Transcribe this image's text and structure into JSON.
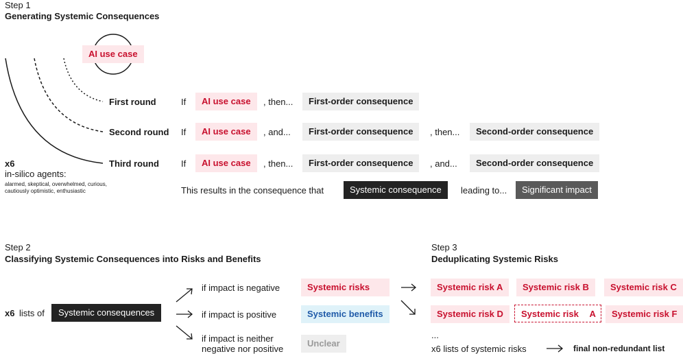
{
  "step1": {
    "label": "Step 1",
    "title": "Generating Systemic Consequences",
    "use_case_circle_label": "AI use case",
    "agents": {
      "count": "x6",
      "label": "in-silico agents:",
      "types_line1": "alarmed, skeptical, overwhelmed, curious,",
      "types_line2": "cautiously optimistic, enthusiastic"
    },
    "rounds": [
      {
        "name": "First round",
        "if": "If",
        "use_case": "AI use case",
        "conn1": ", then...",
        "consequence1": "First-order consequence"
      },
      {
        "name": "Second round",
        "if": "If",
        "use_case": "AI use case",
        "conn1": ", and...",
        "consequence1": "First-order consequence",
        "conn2": ", then...",
        "consequence2": "Second-order consequence"
      },
      {
        "name": "Third round",
        "if": "If",
        "use_case": "AI use case",
        "conn1": ", then...",
        "consequence1": "First-order consequence",
        "conn2": ", and...",
        "consequence2": "Second-order consequence"
      }
    ],
    "result_text": "This results in the consequence that",
    "systemic_consequence": "Systemic consequence",
    "leading_to": "leading to...",
    "significant_impact": "Significant impact"
  },
  "step2": {
    "label": "Step 2",
    "title": "Classifying Systemic Consequences into Risks and Benefits",
    "lists_prefix": "x6",
    "lists_of": "lists of",
    "systemic_consequences": "Systemic consequences",
    "branches": [
      {
        "condition": "if impact is negative",
        "result": "Systemic risks"
      },
      {
        "condition": "if impact is positive",
        "result": "Systemic benefits"
      },
      {
        "condition_line1": "if impact is neither",
        "condition_line2": "negative nor positive",
        "result": "Unclear"
      }
    ]
  },
  "step3": {
    "label": "Step 3",
    "title": "Deduplicating Systemic Risks",
    "risks_row1": [
      "Systemic risk A",
      "Systemic risk B",
      "Systemic risk C"
    ],
    "risks_row2": [
      "Systemic risk D",
      "Systemic risk ",
      "A",
      "Systemic risk F"
    ],
    "ellipsis": "...",
    "lists_text": "x6 lists of systemic risks",
    "final_text": "final non-redundant list"
  }
}
